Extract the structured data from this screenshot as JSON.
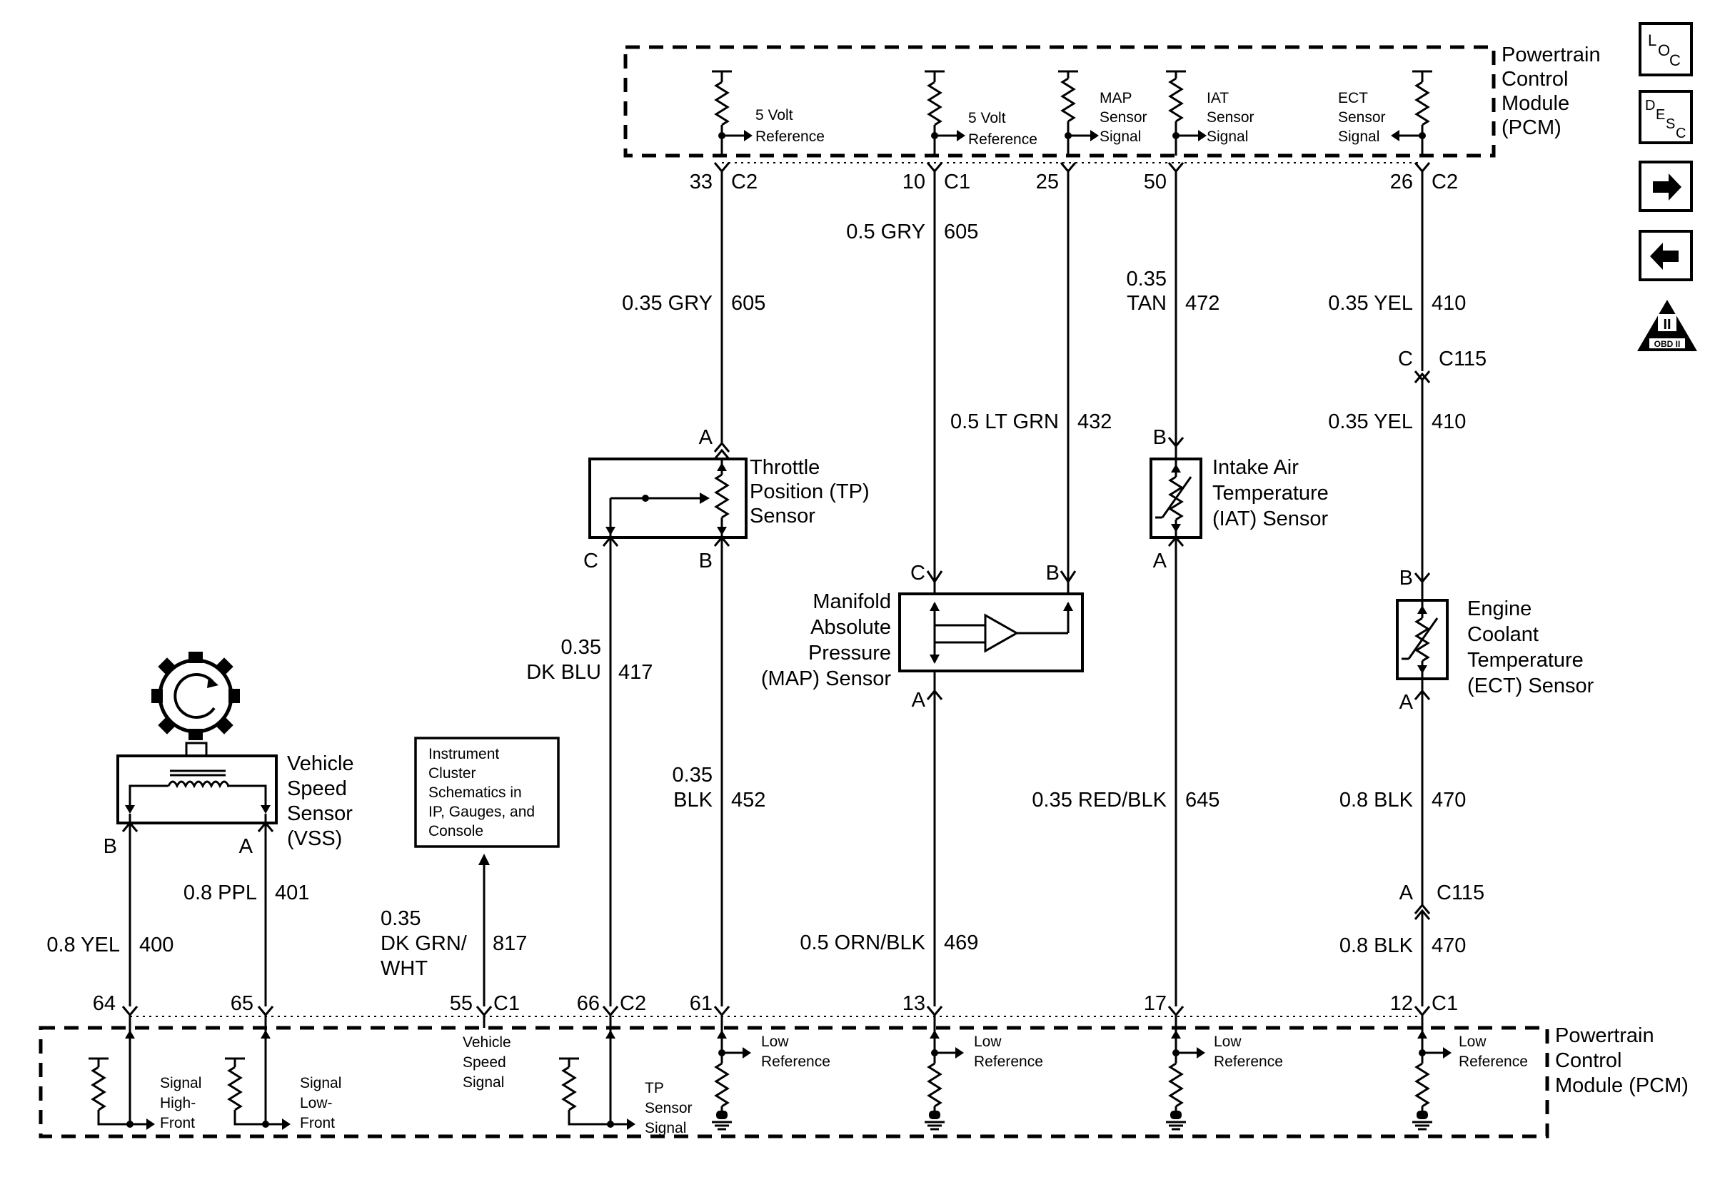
{
  "pcm_top": {
    "title": [
      "Powertrain",
      "Control",
      "Module",
      "(PCM)"
    ]
  },
  "pcm_bottom": {
    "title": [
      "Powertrain",
      "Control",
      "Module (PCM)"
    ]
  },
  "top_circuits": [
    {
      "id": "tp_ref",
      "label": [
        "5 Volt",
        "Reference"
      ],
      "pin": "33",
      "connector": "C2",
      "gauge": "0.35 GRY",
      "circuit": "605"
    },
    {
      "id": "map_ref",
      "label": [
        "5 Volt",
        "Reference"
      ],
      "pin": "10",
      "connector": "C1",
      "gauge": "0.5 GRY",
      "circuit": "605"
    },
    {
      "id": "map_sig",
      "label": [
        "MAP",
        "Sensor",
        "Signal"
      ],
      "pin": "25",
      "connector": "",
      "gauge": "0.5 LT GRN",
      "circuit": "432"
    },
    {
      "id": "iat_sig",
      "label": [
        "IAT",
        "Sensor",
        "Signal"
      ],
      "pin": "50",
      "connector": "",
      "gauge_lines": [
        "0.35",
        "TAN"
      ],
      "circuit": "472"
    },
    {
      "id": "ect_sig",
      "label": [
        "ECT",
        "Sensor",
        "Signal"
      ],
      "pin": "26",
      "connector": "C2",
      "gauge": "0.35 YEL",
      "circuit": "410"
    }
  ],
  "inline_connector_c115": {
    "upper": {
      "cavity": "C",
      "name": "C115",
      "gauge": "0.35 YEL",
      "circuit": "410"
    },
    "lower": {
      "cavity": "A",
      "name": "C115",
      "gauge": "0.8 BLK",
      "circuit": "470"
    }
  },
  "sensors": {
    "tp": {
      "name": [
        "Throttle",
        "Position (TP)",
        "Sensor"
      ],
      "pins": {
        "a": "A",
        "b": "B",
        "c": "C"
      }
    },
    "map": {
      "name": [
        "Manifold",
        "Absolute",
        "Pressure",
        "(MAP) Sensor"
      ],
      "pins": {
        "a": "A",
        "b": "B",
        "c": "C"
      }
    },
    "iat": {
      "name": [
        "Intake Air",
        "Temperature",
        "(IAT) Sensor"
      ],
      "pins": {
        "a": "A",
        "b": "B"
      }
    },
    "ect": {
      "name": [
        "Engine",
        "Coolant",
        "Temperature",
        "(ECT) Sensor"
      ],
      "pins": {
        "a": "A",
        "b": "B"
      }
    },
    "vss": {
      "name": [
        "Vehicle",
        "Speed",
        "Sensor",
        "(VSS)"
      ],
      "pins": {
        "a": "A",
        "b": "B"
      }
    }
  },
  "instrument_cluster_note": [
    "Instrument",
    "Cluster",
    "Schematics in",
    "IP, Gauges, and",
    "Console"
  ],
  "mid_wires": {
    "tp_signal": {
      "gauge_lines": [
        "0.35",
        "DK BLU"
      ],
      "circuit": "417"
    },
    "tp_low": {
      "gauge_lines": [
        "0.35",
        "BLK"
      ],
      "circuit": "452"
    },
    "map_low": {
      "gauge": "0.5 ORN/BLK",
      "circuit": "469"
    },
    "iat_low": {
      "gauge": "0.35 RED/BLK",
      "circuit": "645"
    },
    "ect_low": {
      "gauge": "0.8 BLK",
      "circuit": "470"
    },
    "vss_low": {
      "gauge": "0.8 PPL",
      "circuit": "401"
    },
    "vss_high": {
      "gauge": "0.8 YEL",
      "circuit": "400"
    },
    "vss_out": {
      "gauge_lines": [
        "0.35",
        "DK GRN/",
        "WHT"
      ],
      "circuit": "817"
    }
  },
  "bottom_pins": [
    {
      "id": "vss_high",
      "pin": "64",
      "connector": ""
    },
    {
      "id": "vss_low",
      "pin": "65",
      "connector": ""
    },
    {
      "id": "vss_out",
      "pin": "55",
      "connector": "C1"
    },
    {
      "id": "tp_sig",
      "pin": "66",
      "connector": "C2"
    },
    {
      "id": "tp_low",
      "pin": "61",
      "connector": ""
    },
    {
      "id": "map_low",
      "pin": "13",
      "connector": ""
    },
    {
      "id": "iat_low",
      "pin": "17",
      "connector": ""
    },
    {
      "id": "ect_low",
      "pin": "12",
      "connector": "C1"
    }
  ],
  "bottom_labels": {
    "vss_high": [
      "Signal",
      "High-",
      "Front"
    ],
    "vss_low": [
      "Signal",
      "Low-",
      "Front"
    ],
    "vss_out": [
      "Vehicle",
      "Speed",
      "Signal"
    ],
    "tp_sig": [
      "TP",
      "Sensor",
      "Signal"
    ],
    "low_ref": [
      "Low",
      "Reference"
    ]
  },
  "side_icons": [
    {
      "name": "loc-icon",
      "text": "LOC"
    },
    {
      "name": "desc-icon",
      "text": "DESC"
    },
    {
      "name": "next-arrow-icon",
      "text": "→"
    },
    {
      "name": "prev-arrow-icon",
      "text": "←"
    },
    {
      "name": "obd-ii-icon",
      "text": "OBD II"
    }
  ],
  "obd_roman": "II"
}
